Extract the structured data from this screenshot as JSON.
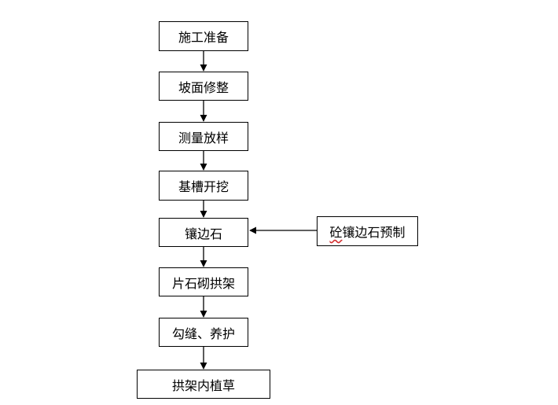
{
  "flowchart": {
    "steps": [
      "施工准备",
      "坡面修整",
      "测量放样",
      "基槽开挖",
      "镶边石",
      "片石砌拱架",
      "勾缝、养护",
      "拱架内植草"
    ],
    "side_input": {
      "prefix": "砼",
      "rest": "镶边石预制"
    }
  }
}
